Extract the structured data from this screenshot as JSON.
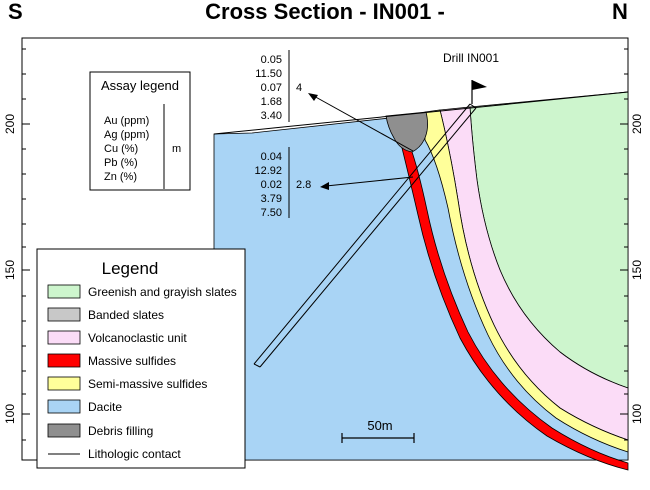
{
  "header": {
    "south": "S",
    "title": "Cross Section - IN001 -",
    "north": "N"
  },
  "axis": {
    "left_ticks": [
      "200",
      "150",
      "100"
    ],
    "right_ticks": [
      "200",
      "150",
      "100"
    ]
  },
  "drill": {
    "label": "Drill IN001"
  },
  "assay_legend": {
    "title": "Assay legend",
    "items": [
      "Au (ppm)",
      "Ag (ppm)",
      "Cu (%)",
      "Pb (%)",
      "Zn (%)"
    ],
    "unit": "m"
  },
  "assays": [
    {
      "values": [
        "0.05",
        "11.50",
        "0.07",
        "1.68",
        "3.40"
      ],
      "length": "4"
    },
    {
      "values": [
        "0.04",
        "12.92",
        "0.02",
        "3.79",
        "7.50"
      ],
      "length": "2.8"
    }
  ],
  "scale_bar": {
    "label": "50m"
  },
  "legend": {
    "title": "Legend",
    "items": [
      {
        "label": "Greenish and grayish slates",
        "color": "#cdf5cd"
      },
      {
        "label": "Banded slates",
        "color": "#c8c8c8"
      },
      {
        "label": "Volcanoclastic unit",
        "color": "#fbdcf7"
      },
      {
        "label": "Massive sulfides",
        "color": "#ff0000"
      },
      {
        "label": "Semi-massive sulfides",
        "color": "#ffff9a"
      },
      {
        "label": "Dacite",
        "color": "#a9d4f5"
      },
      {
        "label": "Debris filling",
        "color": "#8f8f8f"
      },
      {
        "label": "Lithologic contact",
        "color": "#000000"
      }
    ]
  },
  "colors": {
    "dacite": "#a9d4f5",
    "green_slates": "#cdf5cd",
    "volcanoclastic": "#fbdcf7",
    "semi_massive": "#ffff9a",
    "massive": "#ff0000",
    "debris": "#8f8f8f"
  }
}
